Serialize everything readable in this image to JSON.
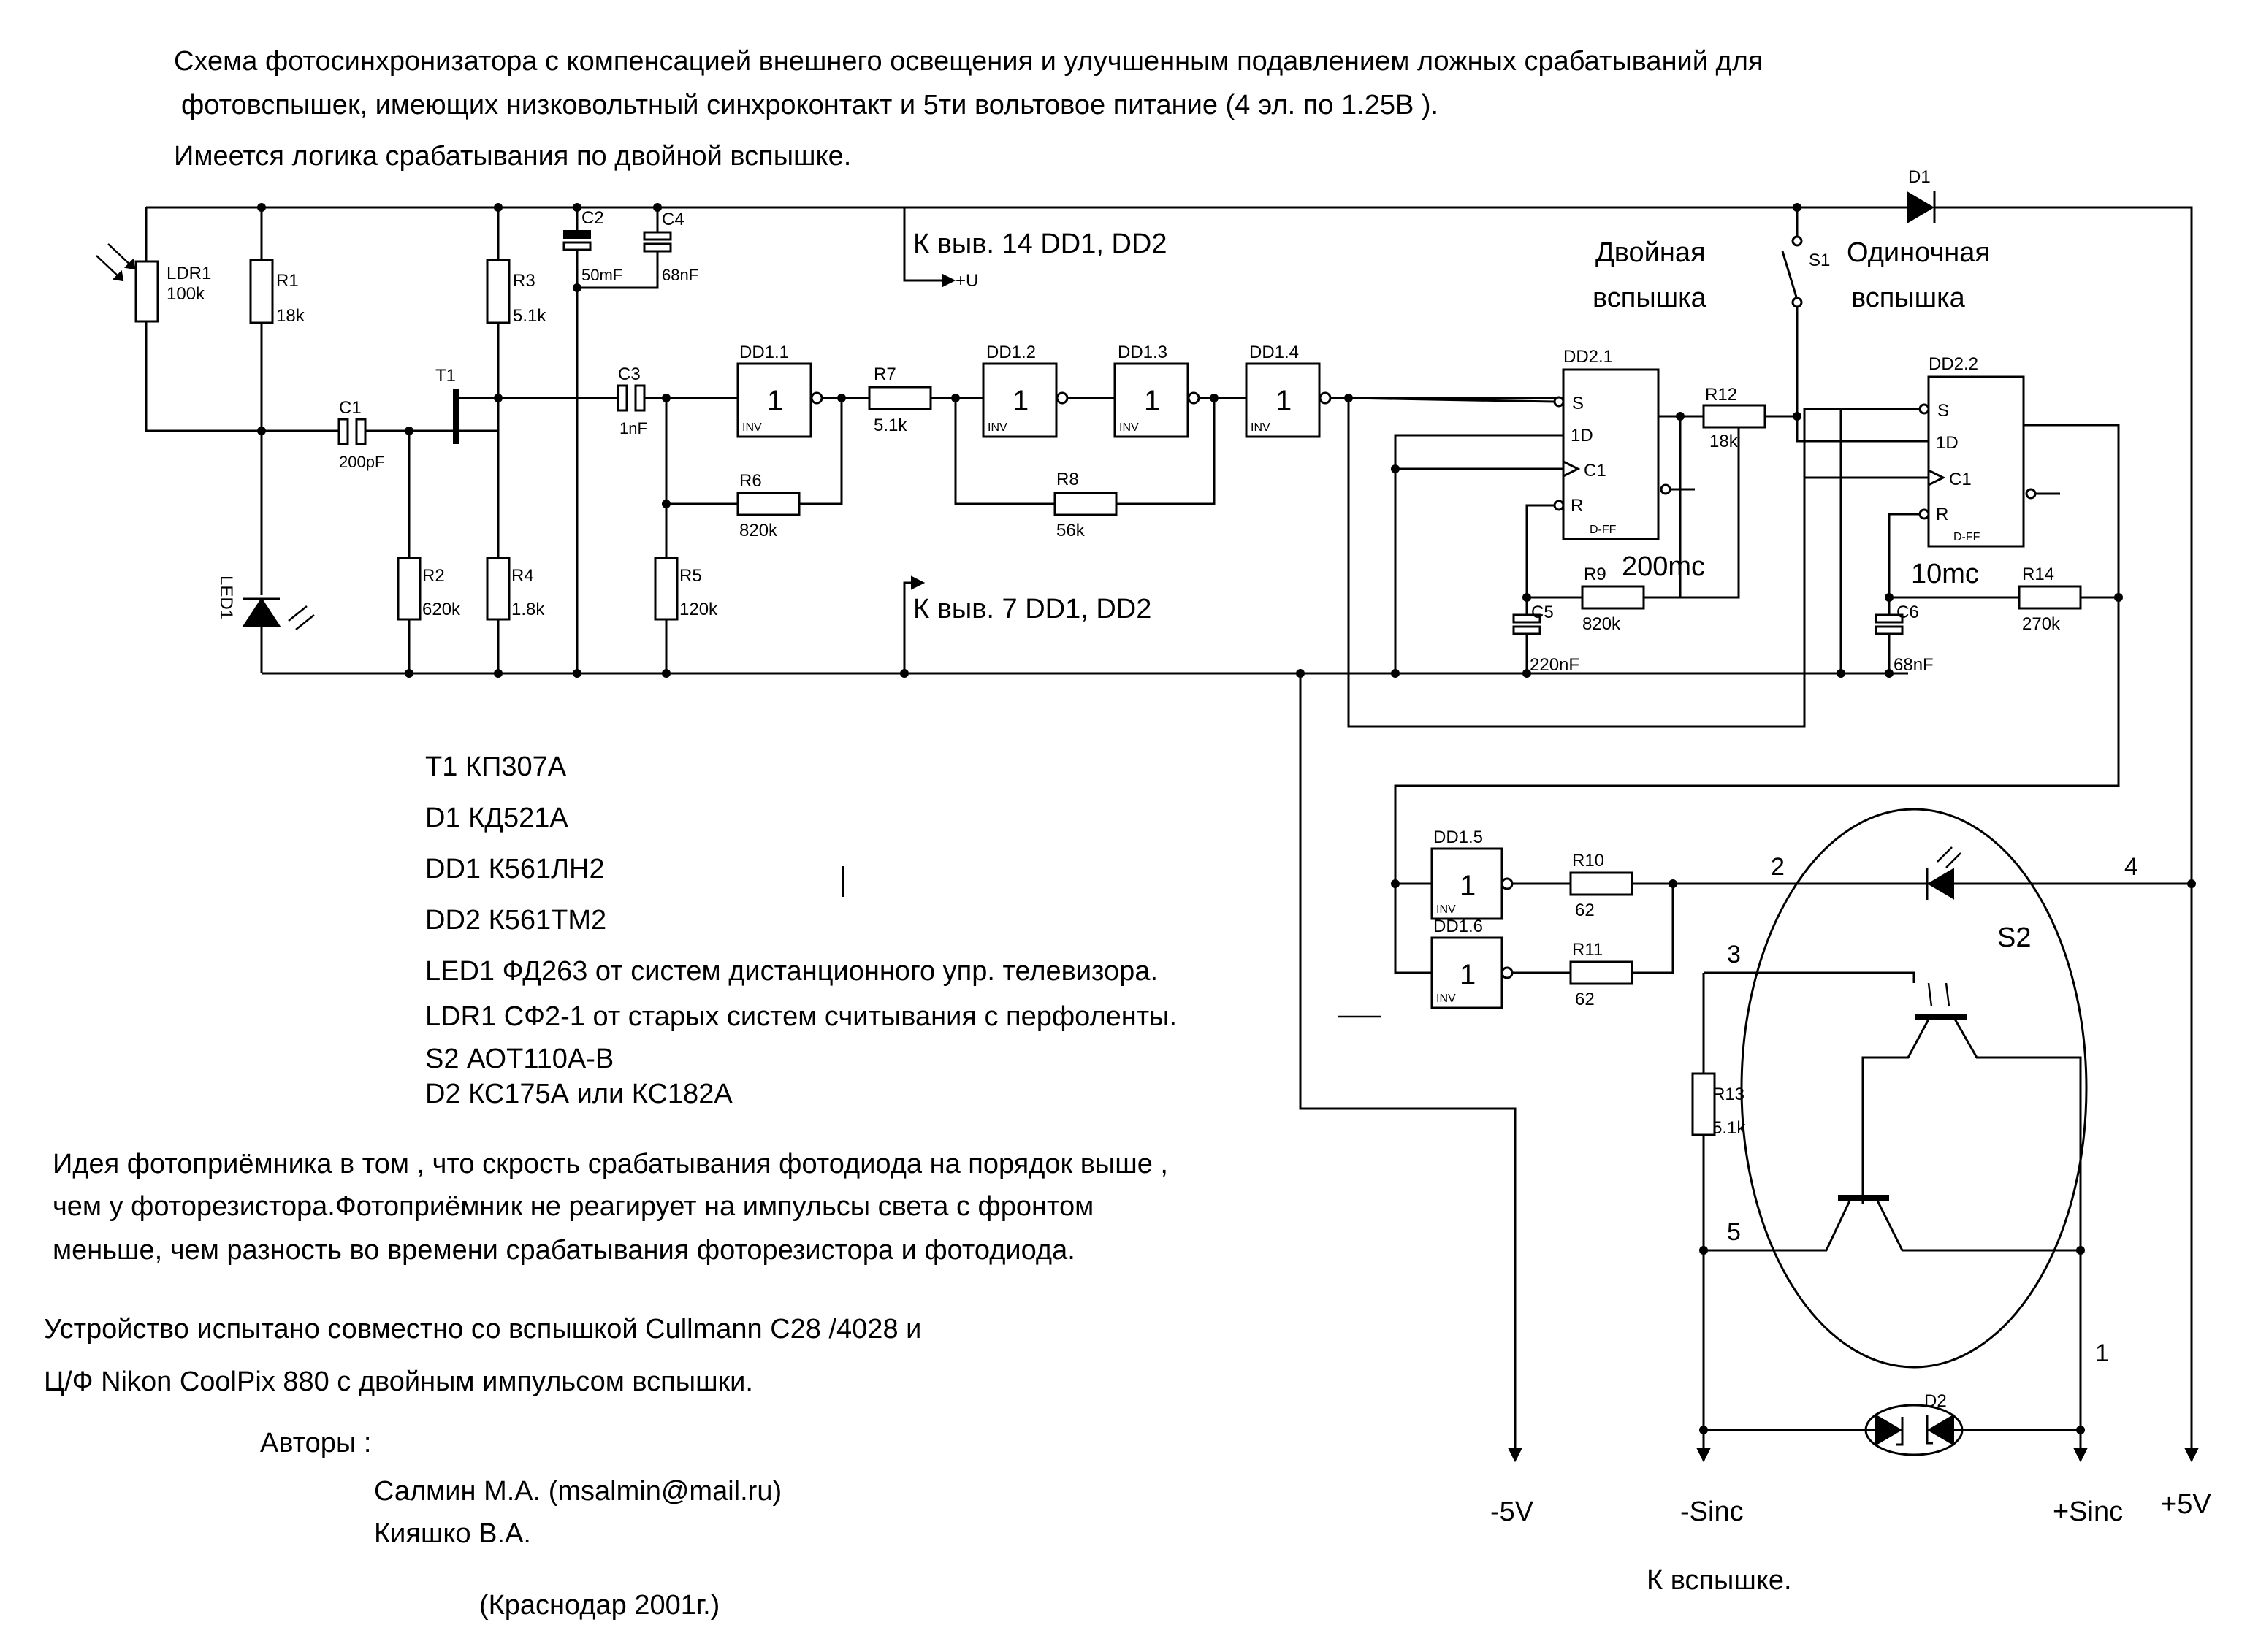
{
  "header": {
    "line1": "Схема фотосинхронизатора с компенсацией  внешнего освещения и улучшенным подавлением ложных срабатываний для",
    "line2": "фотовспышек, имеющих низковольтный синхроконтакт и 5ти вольтовое питание (4 эл. по 1.25В ).",
    "line3": "Имеется логика срабатывания по двойной вспышке."
  },
  "components": {
    "ldr1": {
      "name": "LDR1",
      "value": "100k"
    },
    "r1": {
      "name": "R1",
      "value": "18k"
    },
    "r2": {
      "name": "R2",
      "value": "620k"
    },
    "r3": {
      "name": "R3",
      "value": "5.1k"
    },
    "r4": {
      "name": "R4",
      "value": "1.8k"
    },
    "r5": {
      "name": "R5",
      "value": "120k"
    },
    "r6": {
      "name": "R6",
      "value": "820k"
    },
    "r7": {
      "name": "R7",
      "value": "5.1k"
    },
    "r8": {
      "name": "R8",
      "value": "56k"
    },
    "r9": {
      "name": "R9",
      "value": "820k"
    },
    "r10": {
      "name": "R10",
      "value": "62"
    },
    "r11": {
      "name": "R11",
      "value": "62"
    },
    "r12": {
      "name": "R12",
      "value": "18k"
    },
    "r13": {
      "name": "R13",
      "value": "5.1k"
    },
    "r14": {
      "name": "R14",
      "value": "270k"
    },
    "c1": {
      "name": "C1",
      "value": "200pF"
    },
    "c2": {
      "name": "C2",
      "value": "50mF"
    },
    "c3": {
      "name": "C3",
      "value": "1nF"
    },
    "c4": {
      "name": "C4",
      "value": "68nF"
    },
    "c5": {
      "name": "C5",
      "value": "220nF"
    },
    "c6": {
      "name": "C6",
      "value": "68nF"
    },
    "t1": {
      "name": "T1"
    },
    "led1": {
      "name": "LED1"
    },
    "d1": {
      "name": "D1"
    },
    "d2": {
      "name": "D2"
    },
    "s1": {
      "name": "S1"
    },
    "s2": {
      "name": "S2"
    },
    "gates": {
      "dd1_1": "DD1.1",
      "dd1_2": "DD1.2",
      "dd1_3": "DD1.3",
      "dd1_4": "DD1.4",
      "dd1_5": "DD1.5",
      "dd1_6": "DD1.6",
      "gate_symbol": "1",
      "inv_label": "INV"
    },
    "flipflops": {
      "dd2_1": "DD2.1",
      "dd2_2": "DD2.2",
      "pin_s": "S",
      "pin_d": "1D",
      "pin_c": "C1",
      "pin_r": "R",
      "type": "D-FF"
    }
  },
  "annotations": {
    "vcc_pin": "К выв. 14 DD1, DD2",
    "plus_u": "+U",
    "gnd_pin": "К выв. 7 DD1, DD2",
    "double_flash_1": "Двойная",
    "double_flash_2": "вспышка",
    "single_flash_1": "Одиночная",
    "single_flash_2": "вспышка",
    "time_200": "200mc",
    "time_10": "10mc",
    "pin2": "2",
    "pin3": "3",
    "pin4": "4",
    "pin5": "5",
    "pin1": "1",
    "minus5v": "-5V",
    "minus_sinc": "-Sinc",
    "plus_sinc": "+Sinc",
    "plus5v": "+5V",
    "to_flash": "К вспышке."
  },
  "parts_list": [
    "T1 КП307А",
    "D1 КД521А",
    "DD1 К561ЛН2",
    "DD2 К561ТМ2",
    "LED1  ФД263  от систем дистанционного упр. телевизора.",
    "LDR1  СФ2-1 от старых систем считывания с перфоленты.",
    "S2  АОТ110А-В",
    "D2  КС175А или КС182А"
  ],
  "idea": {
    "line1": "Идея фотоприёмника в том , что скрость срабатывания фотодиода  на порядок выше ,",
    "line2": "чем у фоторезистора.Фотоприёмник не реагирует на импульсы света  с фронтом",
    "line3": "меньше, чем разность во времени срабатывания  фоторезистора и фотодиода."
  },
  "tested": {
    "line1": "Устройство испытано совместно со вспышкой  Cullmann C28  /4028 и",
    "line2": "Ц/Ф  Nikon CoolPix 880 с двойным импульсом вспышки."
  },
  "authors": {
    "title": "Авторы :",
    "author1": "Салмин М.А. (msalmin@mail.ru)",
    "author2": "Кияшко В.А.",
    "place": "(Краснодар 2001г.)"
  }
}
